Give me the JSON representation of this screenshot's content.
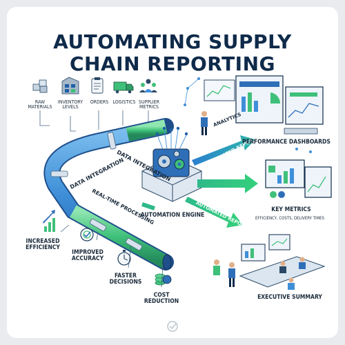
{
  "title": {
    "line1": "AUTOMATING SUPPLY",
    "line2": "CHAIN REPORTING"
  },
  "sources": [
    {
      "label": "RAW MATERIALS",
      "icon": "boxes-icon"
    },
    {
      "label": "INVENTORY LEVELS",
      "icon": "warehouse-icon"
    },
    {
      "label": "ORDERS",
      "icon": "clipboard-icon"
    },
    {
      "label": "LOGISTICS",
      "icon": "truck-icon"
    },
    {
      "label": "SUPPLIER METRICS",
      "icon": "supplier-group-icon"
    }
  ],
  "pipeline_labels": {
    "data_integration_left": "DATA INTEGRATION",
    "data_integration_right": "DATA INTEGRATION",
    "real_time_processing": "REAL-TIME PROCESSING"
  },
  "engine": {
    "label": "AUTOMATION ENGINE",
    "icon": "gears-icon"
  },
  "flow_labels": {
    "analytics": "ANALYTICS",
    "automated_reports_top": "AUTOMATED REPORTS",
    "automated_reports_bottom": "AUTOMATED REPORTS"
  },
  "outputs": {
    "performance_dashboards": "PERFORMANCE DASHBOARDS",
    "key_metrics": "KEY METRICS",
    "key_metrics_sub": "EFFICIENCY, COSTS, DELIVERY TIMES",
    "executive_summary": "EXECUTIVE SUMMARY"
  },
  "benefits": [
    {
      "label": "INCREASED EFFICIENCY",
      "icon": "growth-chart-icon"
    },
    {
      "label": "IMPROVED ACCURACY",
      "icon": "target-check-icon"
    },
    {
      "label": "FASTER DECISIONS",
      "icon": "stopwatch-icon"
    },
    {
      "label": "COST REDUCTION",
      "icon": "coins-icon"
    }
  ],
  "colors": {
    "navy": "#0f2a4a",
    "pipe_blue": "#3f8fd8",
    "pipe_green": "#3fc07a",
    "accent_teal": "#22b3a5"
  }
}
